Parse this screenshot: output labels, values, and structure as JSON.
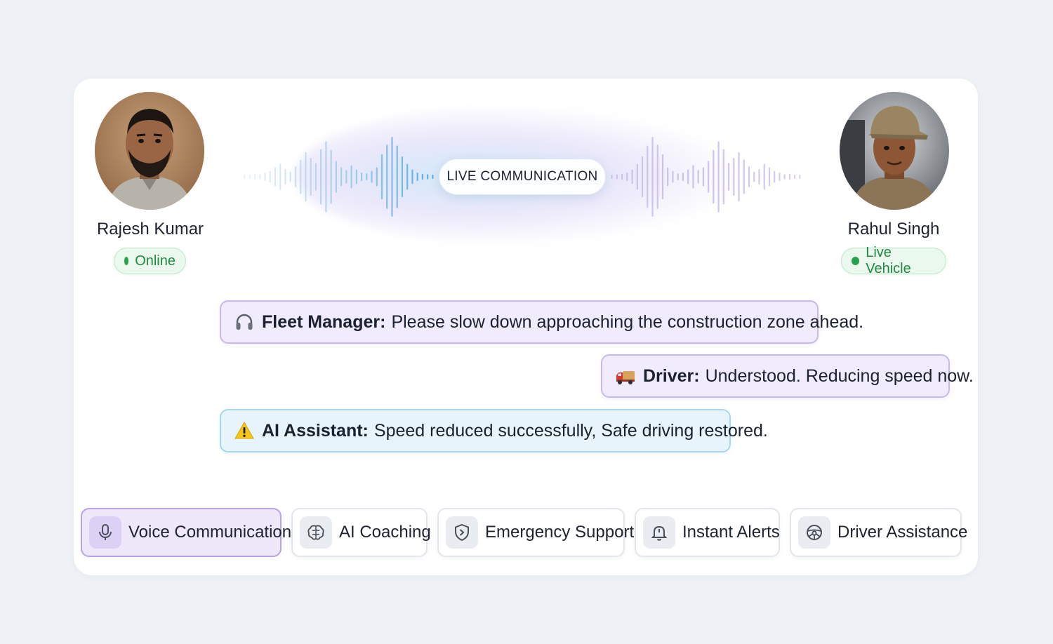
{
  "manager": {
    "name": "Rajesh Kumar",
    "status": "Online"
  },
  "driver": {
    "name": "Rahul Singh",
    "status": "Live Vehicle"
  },
  "live_badge": "LIVE COMMUNICATION",
  "messages": [
    {
      "speaker": "Fleet Manager:",
      "text": "Please slow down approaching the construction zone ahead.",
      "icon": "headphones-icon"
    },
    {
      "speaker": "Driver:",
      "text": "Understood. Reducing speed now.",
      "icon": "truck-icon"
    },
    {
      "speaker": "AI Assistant:",
      "text": "Speed reduced successfully, Safe driving restored.",
      "icon": "warning-icon"
    }
  ],
  "features": [
    {
      "label": "Voice Communication",
      "icon": "microphone-icon",
      "active": true
    },
    {
      "label": "AI Coaching",
      "icon": "brain-icon",
      "active": false
    },
    {
      "label": "Emergency Support",
      "icon": "shield-icon",
      "active": false
    },
    {
      "label": "Instant Alerts",
      "icon": "bell-icon",
      "active": false
    },
    {
      "label": "Driver Assistance",
      "icon": "steering-wheel-icon",
      "active": false
    }
  ],
  "colors": {
    "accent_purple": "#b9a2e6",
    "accent_blue": "#a9d5ee",
    "status_green": "#27a24a",
    "background": "#eef1f5"
  }
}
